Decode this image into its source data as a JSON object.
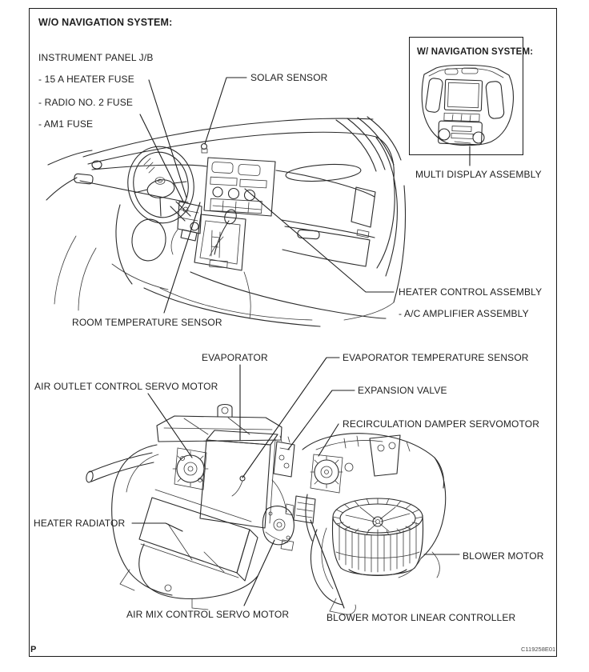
{
  "title": "W/O NAVIGATION SYSTEM:",
  "nav_box": {
    "title": "W/ NAVIGATION SYSTEM:",
    "caption": "MULTI DISPLAY ASSEMBLY"
  },
  "labels": {
    "instrument_panel_jb": "INSTRUMENT PANEL J/B",
    "fuse_heater": "- 15 A HEATER FUSE",
    "fuse_radio": "- RADIO NO. 2 FUSE",
    "fuse_am1": "- AM1 FUSE",
    "solar_sensor": "SOLAR SENSOR",
    "heater_control_assembly": "HEATER CONTROL ASSEMBLY",
    "ac_amplifier_assembly": "- A/C AMPLIFIER ASSEMBLY",
    "room_temperature_sensor": "ROOM TEMPERATURE SENSOR",
    "evaporator": "EVAPORATOR",
    "evaporator_temperature_sensor": "EVAPORATOR TEMPERATURE SENSOR",
    "air_outlet_control_servo_motor": "AIR OUTLET CONTROL SERVO MOTOR",
    "expansion_valve": "EXPANSION VALVE",
    "recirculation_damper_servomotor": "RECIRCULATION DAMPER SERVOMOTOR",
    "heater_radiator": "HEATER RADIATOR",
    "blower_motor": "BLOWER MOTOR",
    "air_mix_control_servo_motor": "AIR MIX CONTROL SERVO MOTOR",
    "blower_motor_linear_controller": "BLOWER MOTOR LINEAR CONTROLLER"
  },
  "page": {
    "page_marker": "P",
    "figure_code": "C119258E01"
  },
  "colors": {
    "line": "#2b2b2b",
    "text": "#1f1f1f",
    "background": "#ffffff"
  }
}
